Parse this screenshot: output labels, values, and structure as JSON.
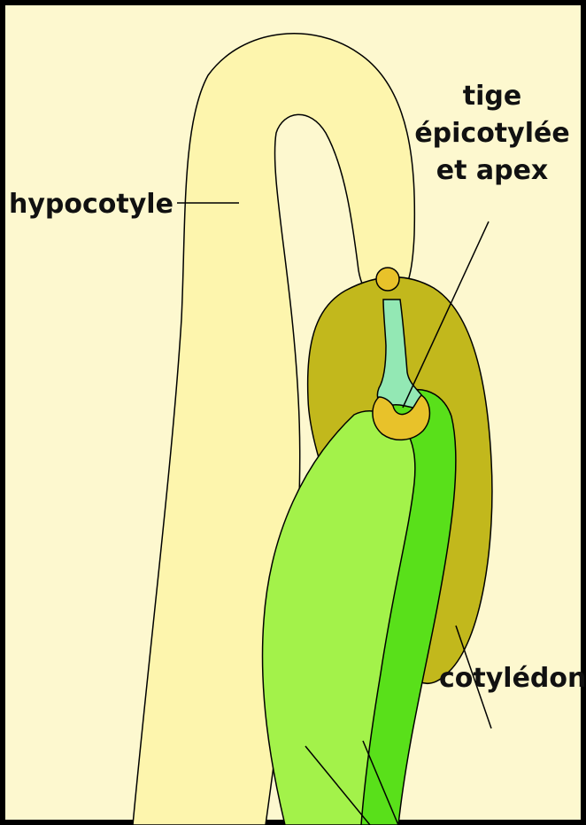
{
  "diagram": {
    "labels": {
      "hypocotyl": "hypocotyle",
      "stem_line1": "tige",
      "stem_line2": "épicotylée",
      "stem_line3": "et apex",
      "cotyledon": "cotylédon"
    },
    "colors": {
      "background": "#fdf8cf",
      "border": "#000000",
      "hypocotyl": "#fdf5ad",
      "cotyledon_outer": "#c2b81c",
      "cotyledon_inner": "#59e01a",
      "leaf": "#a3f24a",
      "stem": "#93e8b4",
      "apex": "#e8c22a",
      "outline": "#000000"
    }
  }
}
